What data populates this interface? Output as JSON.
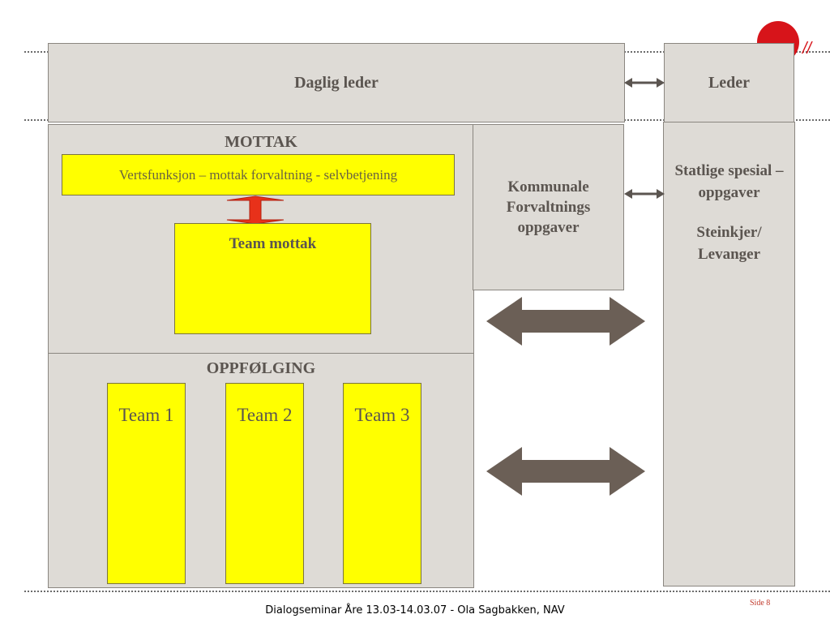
{
  "boxes": {
    "daglig_leder": "Daglig leder",
    "leder": "Leder",
    "mottak": "MOTTAK",
    "vertsfunksjon": "Vertsfunksjon – mottak forvaltning - selvbetjening",
    "team_mottak": "Team mottak",
    "kommunale": "Kommunale Forvaltnings oppgaver",
    "statlige_line1": "Statlige spesial – oppgaver",
    "statlige_line2": "Steinkjer/ Levanger",
    "oppfolging": "OPPFØLGING",
    "team1": "Team 1",
    "team2": "Team 2",
    "team3": "Team 3"
  },
  "footer": {
    "text": "Dialogseminar Åre 13.03-14.03.07 - Ola Sagbakken, NAV",
    "page": "Side 8"
  },
  "colors": {
    "box_fill": "#dedbd6",
    "team_fill": "#ffff00",
    "big_arrow": "#6b5f56",
    "red_arrow": "#e8311a",
    "logo_red": "#d7141a"
  }
}
